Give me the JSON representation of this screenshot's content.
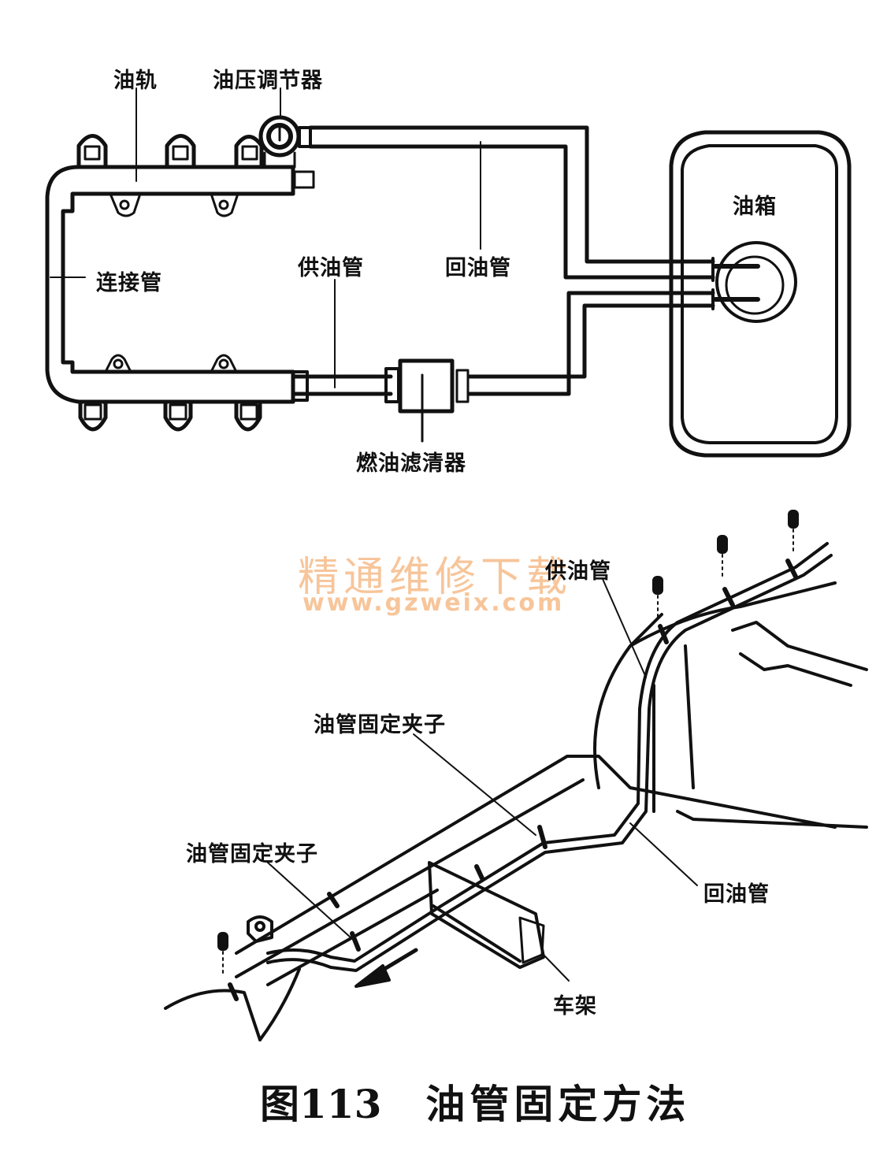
{
  "figure": {
    "number_label": "图113",
    "title": "油管固定方法"
  },
  "schematic": {
    "labels": {
      "fuel_rail": "油轨",
      "pressure_regulator": "油压调节器",
      "connecting_pipe": "连接管",
      "supply_pipe": "供油管",
      "return_pipe": "回油管",
      "fuel_tank": "油箱",
      "fuel_filter": "燃油滤清器"
    }
  },
  "chassis_view": {
    "labels": {
      "supply_pipe": "供油管",
      "clip_upper": "油管固定夹子",
      "clip_lower": "油管固定夹子",
      "return_pipe": "回油管",
      "frame": "车架"
    }
  },
  "watermark": {
    "text_cn": "精通维修下载",
    "url": "www.gzweix.com",
    "color": "#f7c59a"
  }
}
